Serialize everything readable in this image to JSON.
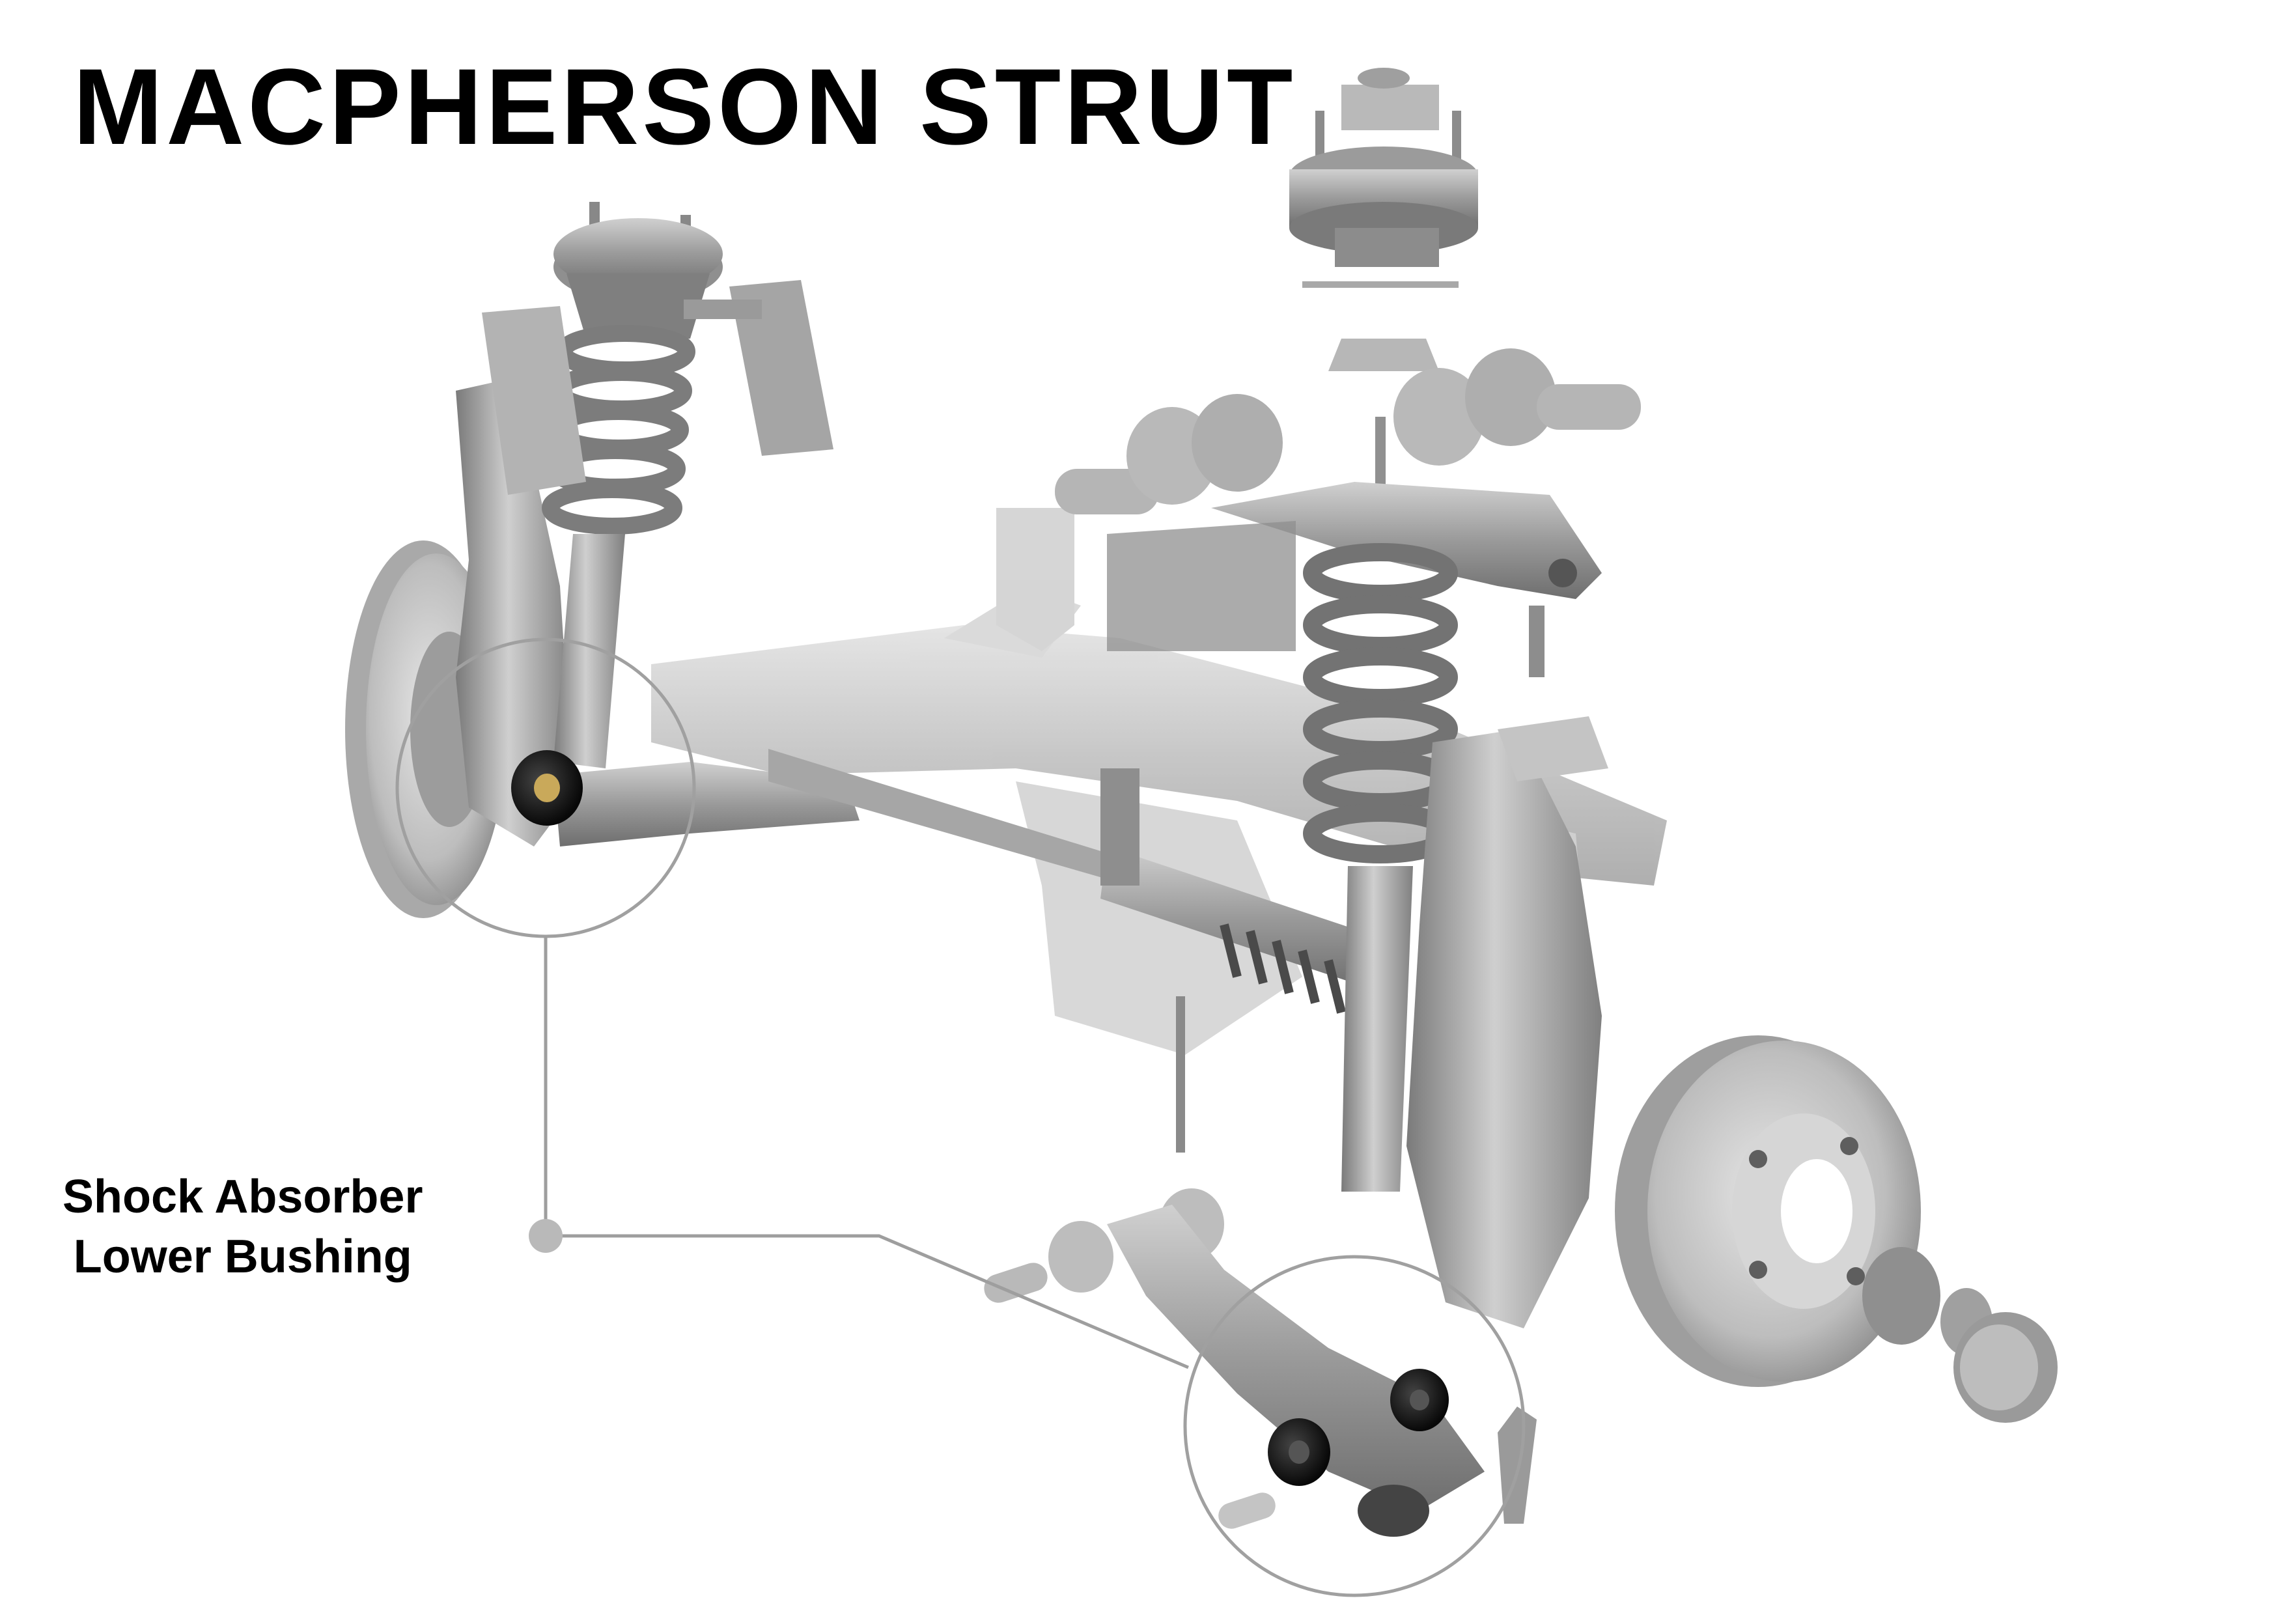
{
  "title": "MACPHERSON STRUT",
  "callout": {
    "line1": "Shock Absorber",
    "line2": "Lower Bushing"
  },
  "colors": {
    "background": "#ffffff",
    "text": "#000000",
    "metal": "#9a9a9a",
    "metal_dark": "#6f6f6f",
    "metal_light": "#c8c8c8",
    "bushing": "#111111",
    "leader": "#9e9e9e"
  }
}
